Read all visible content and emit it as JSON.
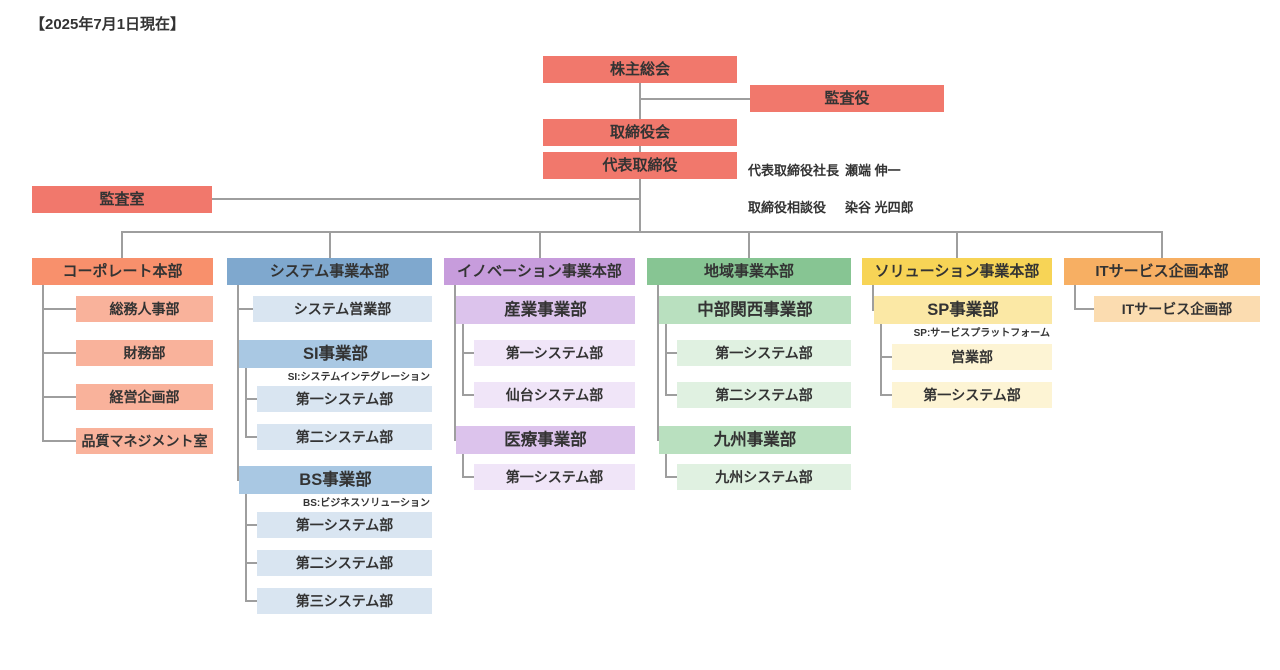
{
  "meta": {
    "date_label": "【2025年7月1日現在】"
  },
  "colors": {
    "top_red": "#F1786C",
    "line": "#9E9E9E",
    "text": "#333333"
  },
  "top": {
    "boxes": [
      {
        "id": "shareholders-meeting",
        "label": "株主総会"
      },
      {
        "id": "corporate-auditor",
        "label": "監査役"
      },
      {
        "id": "board-of-directors",
        "label": "取締役会"
      },
      {
        "id": "representative-director",
        "label": "代表取締役"
      },
      {
        "id": "audit-office",
        "label": "監査室"
      }
    ],
    "executives": [
      {
        "title": "代表取締役社長",
        "name": "瀬端 伸一"
      },
      {
        "title": "取締役相談役",
        "name": "染谷 光四郎"
      }
    ]
  },
  "columns": [
    {
      "id": "corporate",
      "label": "コーポレート本部",
      "palette": {
        "header": "#F8906C",
        "medium": "#F8906C",
        "light": "#F9B29B"
      },
      "items": [
        {
          "label": "総務人事部",
          "level": "light"
        },
        {
          "label": "財務部",
          "level": "light"
        },
        {
          "label": "経営企画部",
          "level": "light"
        },
        {
          "label": "品質マネジメント室",
          "level": "light"
        }
      ]
    },
    {
      "id": "system",
      "label": "システム事業本部",
      "palette": {
        "header": "#7FA8CE",
        "medium": "#A9C8E3",
        "light": "#D9E5F1"
      },
      "items": [
        {
          "label": "システム営業部",
          "level": "light"
        },
        {
          "label": "SI事業部",
          "level": "medium",
          "note": "SI:システムインテグレーション"
        },
        {
          "label": "第一システム部",
          "level": "light2"
        },
        {
          "label": "第二システム部",
          "level": "light2"
        },
        {
          "label": "BS事業部",
          "level": "medium",
          "note": "BS:ビジネスソリューション"
        },
        {
          "label": "第一システム部",
          "level": "light2"
        },
        {
          "label": "第二システム部",
          "level": "light2"
        },
        {
          "label": "第三システム部",
          "level": "light2"
        }
      ]
    },
    {
      "id": "innovation",
      "label": "イノベーション事業本部",
      "palette": {
        "header": "#C79CDC",
        "medium": "#DCC3EC",
        "light": "#F0E5F8"
      },
      "items": [
        {
          "label": "産業事業部",
          "level": "medium"
        },
        {
          "label": "第一システム部",
          "level": "light2"
        },
        {
          "label": "仙台システム部",
          "level": "light2"
        },
        {
          "label": "医療事業部",
          "level": "medium"
        },
        {
          "label": "第一システム部",
          "level": "light2"
        }
      ]
    },
    {
      "id": "regional",
      "label": "地域事業本部",
      "palette": {
        "header": "#87C593",
        "medium": "#B9E0BF",
        "light": "#E0F1E1"
      },
      "items": [
        {
          "label": "中部関西事業部",
          "level": "medium"
        },
        {
          "label": "第一システム部",
          "level": "light2"
        },
        {
          "label": "第二システム部",
          "level": "light2"
        },
        {
          "label": "九州事業部",
          "level": "medium"
        },
        {
          "label": "九州システム部",
          "level": "light2"
        }
      ]
    },
    {
      "id": "solution",
      "label": "ソリューション事業本部",
      "palette": {
        "header": "#F7D456",
        "medium": "#FBE8A5",
        "light": "#FDF4D4"
      },
      "items": [
        {
          "label": "SP事業部",
          "level": "medium",
          "note": "SP:サービスプラットフォーム"
        },
        {
          "label": "営業部",
          "level": "light2"
        },
        {
          "label": "第一システム部",
          "level": "light2"
        }
      ]
    },
    {
      "id": "it-service",
      "label": "ITサービス企画本部",
      "palette": {
        "header": "#F7AF63",
        "medium": "#F7AF63",
        "light": "#FBDCB0"
      },
      "items": [
        {
          "label": "ITサービス企画部",
          "level": "light"
        }
      ]
    }
  ]
}
